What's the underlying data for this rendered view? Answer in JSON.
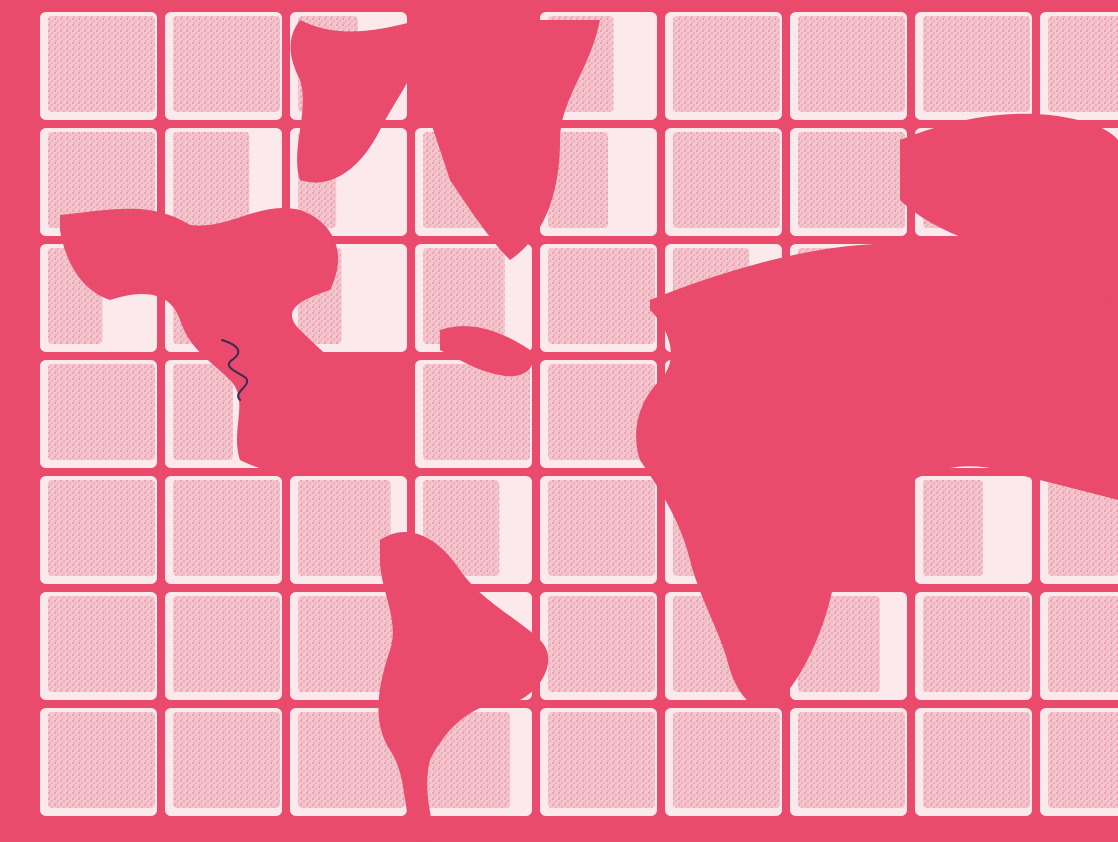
{
  "colors": {
    "background": "#ea4a6b",
    "land": "#f3c7cf",
    "land_light": "#f7dde2",
    "tile_edge": "#fbe9ec",
    "ink": "#3a2a55"
  },
  "map": {
    "style": "world map rendered as a grid of rounded square tiles, oceans in solid red-pink",
    "columns": 9,
    "rows": 7,
    "land_blocks": [
      [
        1,
        1,
        0.55,
        0,
        0.6,
        1,
        1,
        1,
        0.8
      ],
      [
        1,
        0.7,
        0.35,
        0.6,
        0.55,
        1,
        1,
        0.85,
        0.5
      ],
      [
        0.5,
        0.35,
        0.4,
        0.75,
        1,
        0.7,
        0.3,
        0,
        0
      ],
      [
        1,
        0.55,
        0,
        1,
        1,
        0.2,
        0.45,
        0.3,
        0
      ],
      [
        1,
        1,
        0.85,
        0.7,
        1,
        0.6,
        0,
        0.55,
        0.65
      ],
      [
        1,
        1,
        1,
        0.45,
        1,
        0.8,
        0.75,
        1,
        1
      ],
      [
        1,
        1,
        1,
        0.8,
        1,
        1,
        1,
        1,
        1
      ]
    ]
  }
}
